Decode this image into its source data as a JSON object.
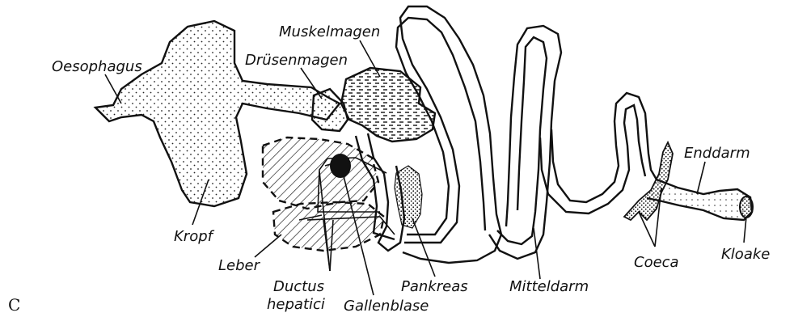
{
  "figure": {
    "panel_letter": "C",
    "labels": {
      "oesophagus": "Oesophagus",
      "kropf": "Kropf",
      "druesenmagen": "Drüsenmagen",
      "muskelmagen": "Muskelmagen",
      "leber": "Leber",
      "ductus_line1": "Ductus",
      "ductus_line2": "hepatici",
      "gallenblase": "Gallenblase",
      "pankreas": "Pankreas",
      "mitteldarm": "Mitteldarm",
      "coeca": "Coeca",
      "enddarm": "Enddarm",
      "kloake": "Kloake"
    }
  }
}
